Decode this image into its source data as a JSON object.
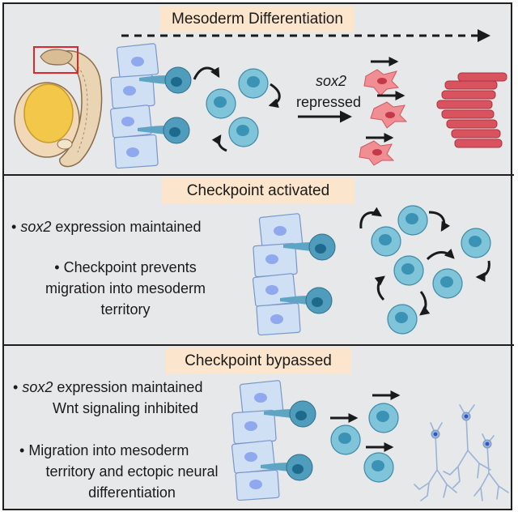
{
  "panel1": {
    "title": "Mesoderm Differentiation",
    "gene": "sox2",
    "gene_status": "repressed"
  },
  "panel2": {
    "title": "Checkpoint activated",
    "bullet1_gene": "sox2",
    "bullet1_rest": " expression maintained",
    "bullet2_line1": "Checkpoint prevents",
    "bullet2_line2": "migration into mesoderm",
    "bullet2_line3": "territory"
  },
  "panel3": {
    "title": "Checkpoint bypassed",
    "bullet1_gene": "sox2",
    "bullet1_rest": " expression maintained",
    "bullet1_line2": "Wnt signaling inhibited",
    "bullet2_line1": "Migration into mesoderm",
    "bullet2_line2": "territory and ectopic neural",
    "bullet2_line3": "differentiation"
  },
  "colors": {
    "panel_bg": "#e6e8ea",
    "title_bg": "#fbe5cc",
    "stem_cell": "#7fc4d9",
    "stem_nucleus": "#3a93b5",
    "niche_cell": "#cfe0f4",
    "muscle": "#d9535f",
    "neuron": "#9ab3d6",
    "embryo_yolk": "#f3c84a"
  }
}
